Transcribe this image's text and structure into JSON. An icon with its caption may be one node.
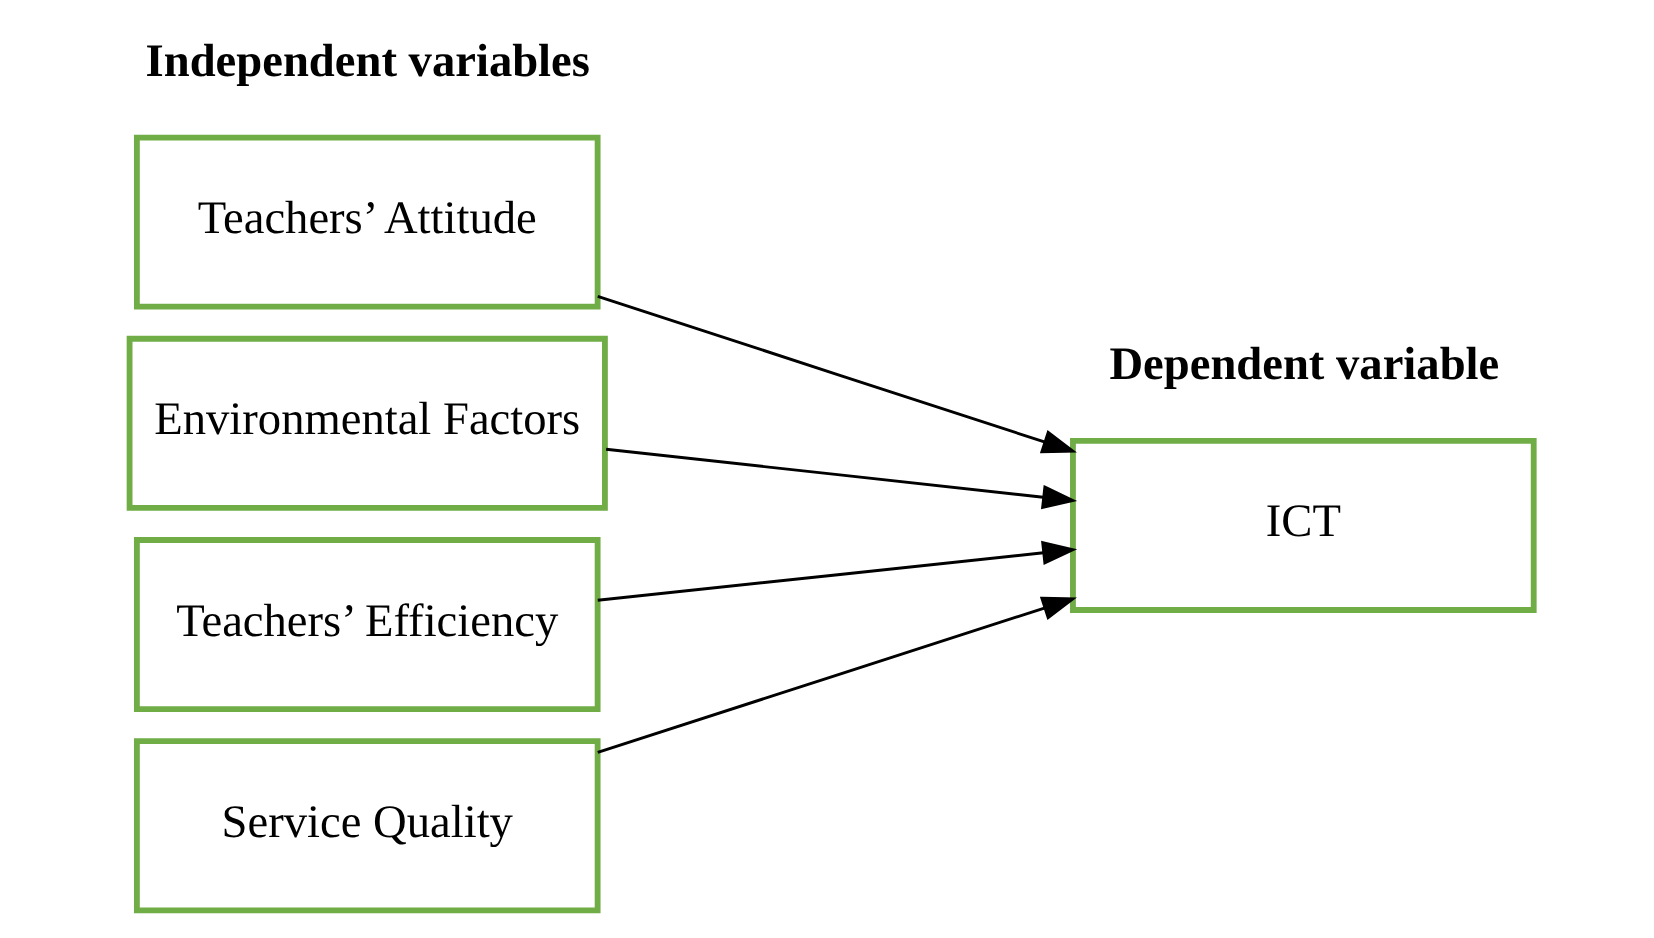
{
  "diagram": {
    "nodes": [
      {
        "text": [
          "Teachers’ Attitude"
        ]
      },
      {
        "text": [
          "Environmental Factors"
        ]
      },
      {
        "text": [
          "Teachers’ Efficiency"
        ]
      },
      {
        "text": [
          "Service Quality"
        ]
      },
      {
        "text": [
          "ICT"
        ]
      }
    ],
    "edges": [
      {
        "from": 0,
        "to": 4,
        "arrow": "to"
      },
      {
        "from": 1,
        "to": 4,
        "arrow": "to"
      },
      {
        "from": 2,
        "to": 4,
        "arrow": "to"
      },
      {
        "from": 3,
        "to": 4,
        "arrow": "to"
      }
    ],
    "labels": [
      "Independent variables",
      "Dependent variable"
    ]
  }
}
